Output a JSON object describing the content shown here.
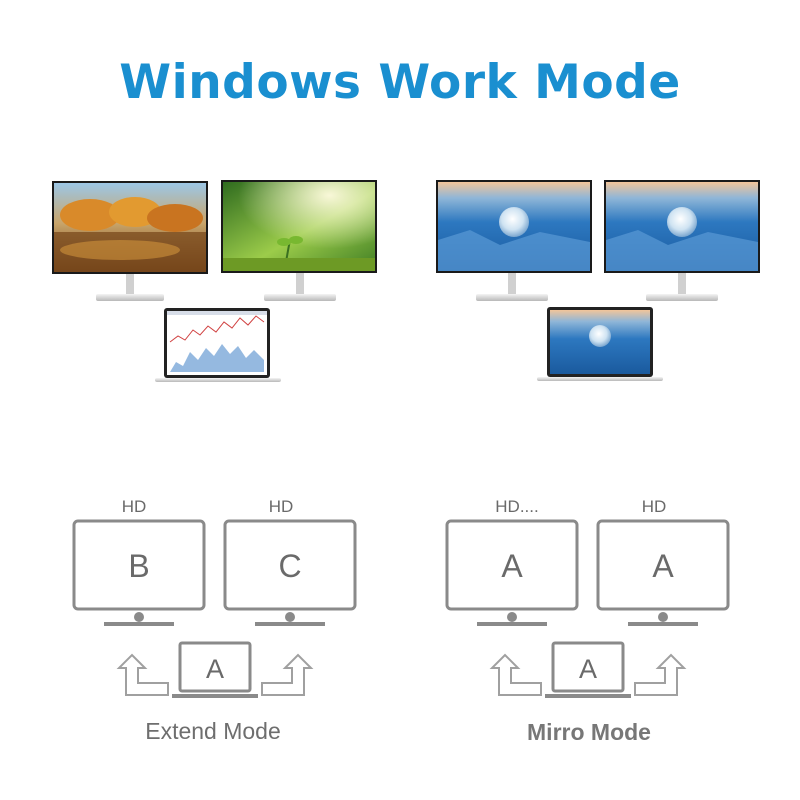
{
  "title": "Windows Work Mode",
  "extend": {
    "monitor_left": {
      "res": "HD",
      "letter": "B"
    },
    "monitor_right": {
      "res": "HD",
      "letter": "C"
    },
    "laptop": {
      "letter": "A"
    },
    "label": "Extend Mode"
  },
  "mirror": {
    "monitor_left": {
      "res": "HD....",
      "letter": "A"
    },
    "monitor_right": {
      "res": "HD",
      "letter": "A"
    },
    "laptop": {
      "letter": "A"
    },
    "label": "Mirro Mode"
  },
  "colors": {
    "title": "#1a8fd0",
    "diagram": "#8a8a8a",
    "label": "#6e6e6e"
  }
}
